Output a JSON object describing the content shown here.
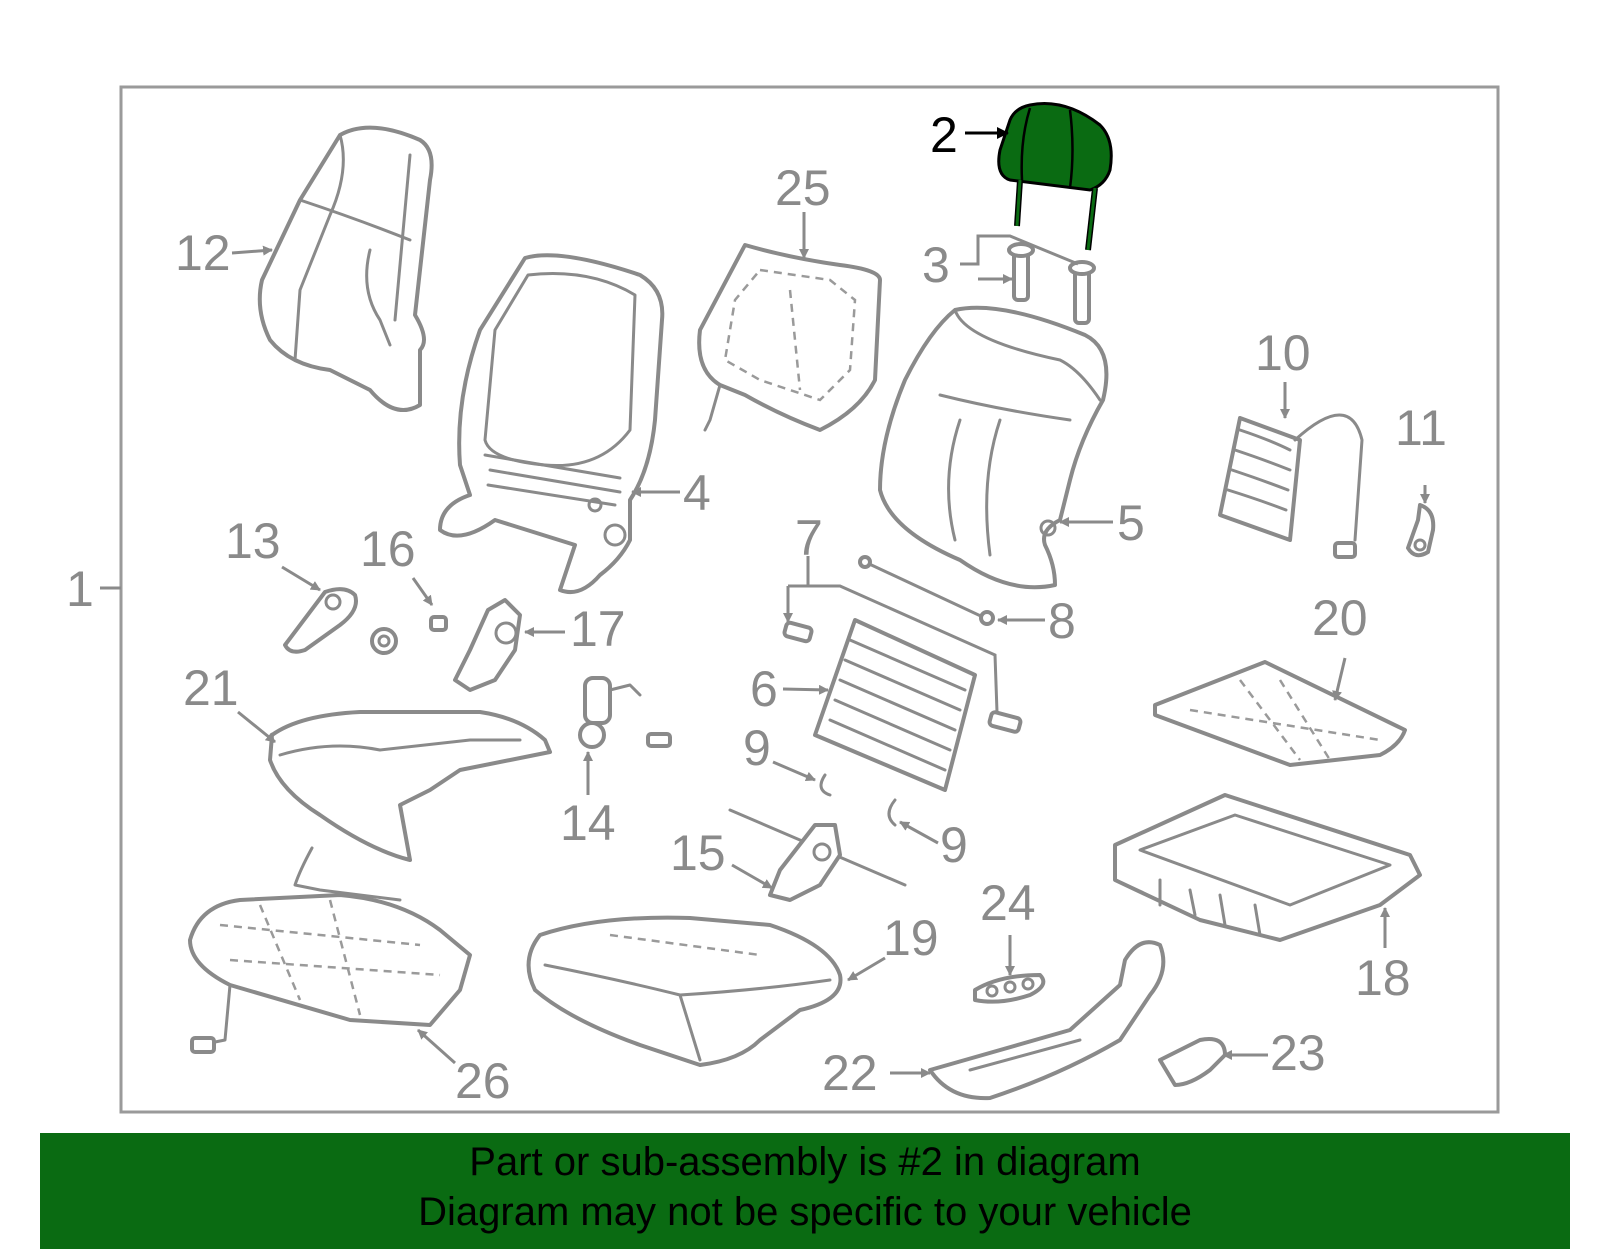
{
  "highlight_color": "#0a6b12",
  "highlighted_part": "2",
  "callouts": [
    "1",
    "2",
    "3",
    "4",
    "5",
    "6",
    "7",
    "8",
    "9",
    "9",
    "10",
    "11",
    "12",
    "13",
    "14",
    "15",
    "16",
    "17",
    "18",
    "19",
    "20",
    "21",
    "22",
    "23",
    "24",
    "25",
    "26"
  ],
  "banner": {
    "line1": "Part or sub-assembly is #2 in diagram",
    "line2": "Diagram may not be specific to your vehicle"
  }
}
